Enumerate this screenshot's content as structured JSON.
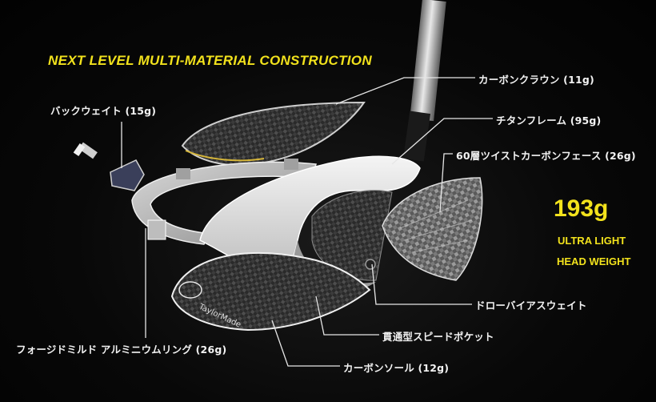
{
  "title": "NEXT LEVEL MULTI-MATERIAL CONSTRUCTION",
  "labels": {
    "carbon_crown": "カーボンクラウン (11g)",
    "titanium_frame": "チタンフレーム (95g)",
    "twist_face": "60層ツイストカーボンフェース (26g)",
    "back_weight": "バックウェイト (15g)",
    "draw_bias_weight": "ドローバイアスウェイト",
    "speed_pocket": "貫通型スピードポケット",
    "aluminum_ring": "フォージドミルド アルミニウムリング (26g)",
    "carbon_sole": "カーボンソール (12g)"
  },
  "head_weight": {
    "value": "193g",
    "line1": "ULTRA LIGHT",
    "line2": "HEAD WEIGHT"
  },
  "sole_logo_text": "TaylorMade",
  "colors": {
    "accent_yellow": "#f2e21c",
    "label_text": "#f2f2f2",
    "background": "#050505"
  }
}
